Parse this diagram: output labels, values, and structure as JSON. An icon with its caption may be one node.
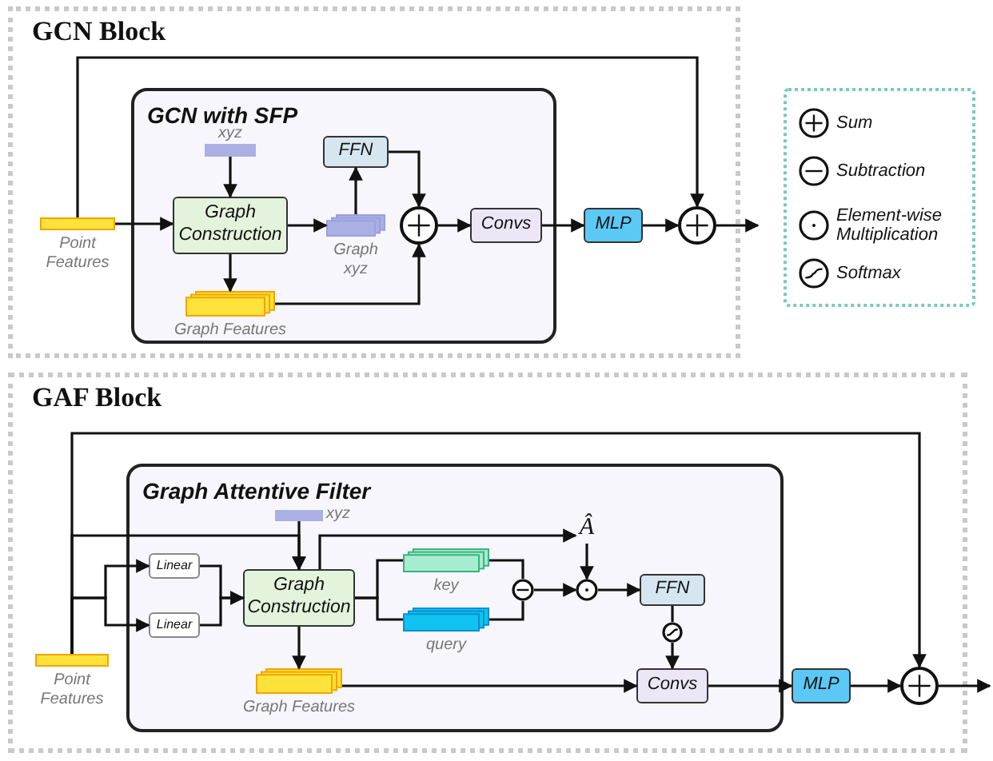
{
  "diagram": {
    "nodes": [
      {
        "text": [
          "GCN Block"
        ]
      },
      {
        "text": [
          "GCN with SFP"
        ],
        "in": 0
      },
      {
        "text": [
          "Point Features"
        ],
        "in": 0
      },
      {
        "text": [
          "xyz"
        ],
        "in": 1
      },
      {
        "text": [
          "Graph Construction"
        ],
        "in": 1
      },
      {
        "text": [
          "Graph xyz"
        ],
        "in": 1
      },
      {
        "text": [
          "FFN"
        ],
        "in": 1
      },
      {
        "text": [],
        "shape": "circle",
        "in": 1
      },
      {
        "text": [
          "Graph Features"
        ],
        "in": 1
      },
      {
        "text": [
          "Convs"
        ],
        "in": 1
      },
      {
        "text": [
          "MLP"
        ],
        "in": 0
      },
      {
        "text": [],
        "shape": "circle",
        "in": 0
      },
      {
        "text": [
          "GAF Block"
        ]
      },
      {
        "text": [
          "Graph Attentive Filter"
        ],
        "in": 12
      },
      {
        "text": [
          "Point Features"
        ],
        "in": 12
      },
      {
        "text": [
          "xyz"
        ],
        "in": 13
      },
      {
        "text": [
          "Linear"
        ],
        "in": 13
      },
      {
        "text": [
          "Linear"
        ],
        "in": 13
      },
      {
        "text": [
          "Graph Construction"
        ],
        "in": 13
      },
      {
        "text": [
          "key"
        ],
        "in": 13
      },
      {
        "text": [
          "query"
        ],
        "in": 13
      },
      {
        "text": [
          "Graph Features"
        ],
        "in": 13
      },
      {
        "text": [],
        "shape": "circle",
        "in": 13
      },
      {
        "text": [
          "Â"
        ],
        "in": 13
      },
      {
        "text": [],
        "shape": "circle",
        "in": 13
      },
      {
        "text": [
          "FFN"
        ],
        "in": 13
      },
      {
        "text": [],
        "shape": "circle",
        "in": 13
      },
      {
        "text": [
          "Convs"
        ],
        "in": 13
      },
      {
        "text": [
          "MLP"
        ],
        "in": 12
      },
      {
        "text": [],
        "shape": "circle",
        "in": 12
      }
    ],
    "edges": [
      {
        "from": 2,
        "to": 4,
        "arrow": "to"
      },
      {
        "from": 2,
        "to": 11,
        "arrow": "to"
      },
      {
        "from": 3,
        "to": 4,
        "arrow": "to"
      },
      {
        "from": 4,
        "to": 5,
        "arrow": "to"
      },
      {
        "from": 5,
        "to": 6,
        "arrow": "to"
      },
      {
        "from": 6,
        "to": 7,
        "arrow": "to"
      },
      {
        "from": 8,
        "to": 7,
        "arrow": "to"
      },
      {
        "from": 4,
        "to": 8,
        "arrow": "to"
      },
      {
        "from": 7,
        "to": 9,
        "arrow": "to"
      },
      {
        "from": 9,
        "to": 10,
        "arrow": "to"
      },
      {
        "from": 10,
        "to": 11,
        "arrow": "to"
      },
      {
        "from": 11,
        "to": null,
        "arrow": "to"
      },
      {
        "from": 14,
        "to": 29,
        "arrow": "to"
      },
      {
        "from": 14,
        "to": 18,
        "arrow": "to"
      },
      {
        "from": 15,
        "to": 18,
        "arrow": "to"
      },
      {
        "from": 14,
        "to": 16,
        "arrow": "to"
      },
      {
        "from": 14,
        "to": 17,
        "arrow": "to"
      },
      {
        "from": 16,
        "to": 18,
        "arrow": "to"
      },
      {
        "from": 17,
        "to": 18,
        "arrow": "to"
      },
      {
        "from": 18,
        "to": 23,
        "arrow": "to"
      },
      {
        "from": 18,
        "to": 19,
        "arrow": "none"
      },
      {
        "from": 18,
        "to": 20,
        "arrow": "none"
      },
      {
        "from": 19,
        "to": 22,
        "arrow": "none"
      },
      {
        "from": 20,
        "to": 22,
        "arrow": "none"
      },
      {
        "from": 22,
        "to": 24,
        "arrow": "to"
      },
      {
        "from": 23,
        "to": 24,
        "arrow": "to"
      },
      {
        "from": 24,
        "to": 25,
        "arrow": "to"
      },
      {
        "from": 25,
        "to": 26,
        "arrow": "none"
      },
      {
        "from": 26,
        "to": 27,
        "arrow": "to"
      },
      {
        "from": 21,
        "to": 27,
        "arrow": "to"
      },
      {
        "from": 18,
        "to": 21,
        "arrow": "to"
      },
      {
        "from": 27,
        "to": 28,
        "arrow": "to"
      },
      {
        "from": 28,
        "to": 29,
        "arrow": "to"
      },
      {
        "from": 29,
        "to": null,
        "arrow": "to"
      }
    ],
    "legend": [
      {
        "text": "Sum"
      },
      {
        "text": "Subtraction"
      },
      {
        "text": "Element-wise Multiplication"
      },
      {
        "text": "Softmax"
      }
    ]
  }
}
